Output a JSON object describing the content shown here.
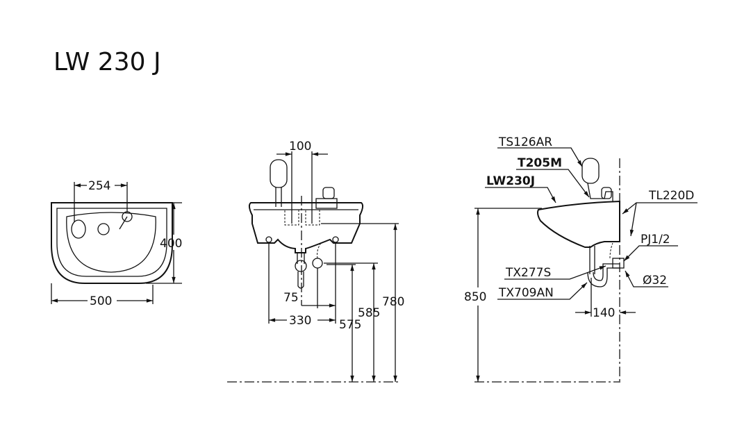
{
  "title": "LW 230 J",
  "top_view": {
    "dim_width": "500",
    "dim_depth": "400",
    "dim_tap_spacing": "254"
  },
  "front_view": {
    "dim_100": "100",
    "dim_75": "75",
    "dim_330": "330",
    "dim_575": "575",
    "dim_585": "585",
    "dim_780": "780"
  },
  "side_view": {
    "dim_850": "850",
    "dim_140": "140",
    "labels": {
      "ts126ar": "TS126AR",
      "t205m": "T205M",
      "lw230j": "LW230J",
      "tl220d": "TL220D",
      "pj12": "PJ1/2",
      "tx277s": "TX277S",
      "tx709an": "TX709AN",
      "d32": "Ø32"
    }
  }
}
